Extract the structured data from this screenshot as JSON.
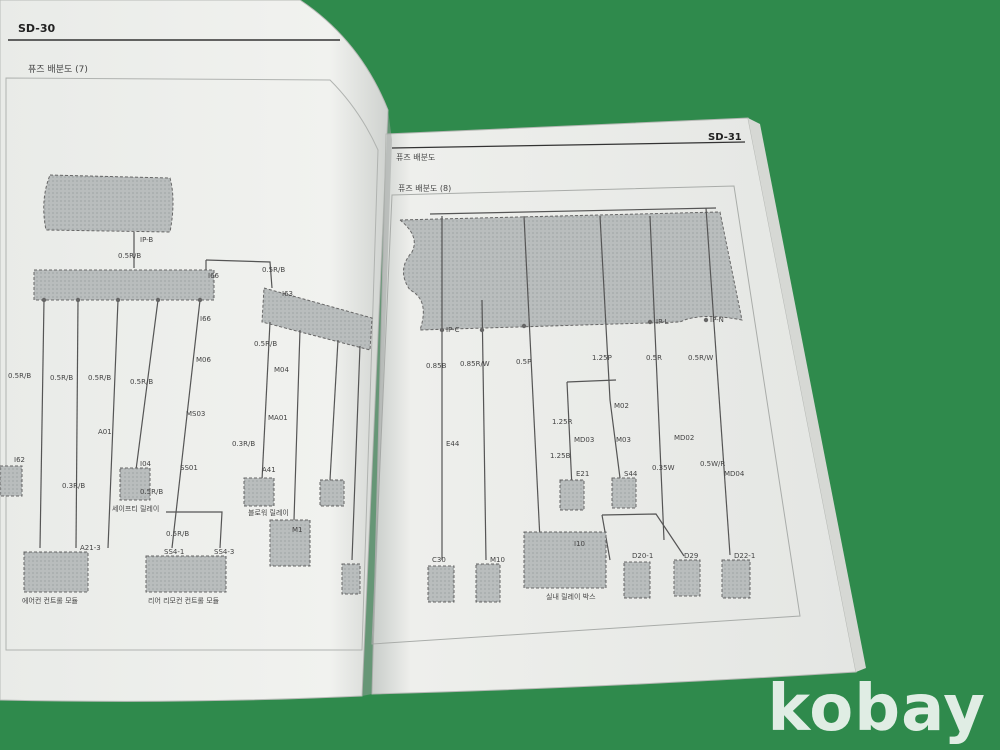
{
  "left_page": {
    "page_number": "SD-30",
    "section_title": "퓨즈 배분도 (7)",
    "connectors": [
      "IP-B",
      "I66",
      "I66",
      "I63",
      "M06",
      "MS03",
      "SS01",
      "M04",
      "MA01",
      "I62",
      "A01",
      "I04",
      "A41",
      "A21-3",
      "SS4-1",
      "SS4-3",
      "M1"
    ],
    "wires": [
      "0.5R/B",
      "0.5R/B",
      "0.5R/B",
      "0.5R/B",
      "0.5R/B",
      "0.5R/B",
      "0.3R/B",
      "0.5R/B",
      "0.5R/B",
      "0.5R/B",
      "0.3R/B"
    ],
    "components": [
      "에어컨 컨트롤 모듈",
      "리어 리모컨 컨트롤 모듈",
      "블로워 릴레이",
      "세이프티 릴레이"
    ]
  },
  "right_page": {
    "page_number": "SD-31",
    "running_title": "퓨즈 배분도",
    "section_title": "퓨즈 배분도 (8)",
    "connectors": [
      "IP-C",
      "IP-L",
      "IP-N",
      "M02",
      "M03",
      "MD02",
      "MD03",
      "MD04",
      "E21",
      "E44",
      "S44",
      "C30",
      "M10",
      "I10",
      "D20-1",
      "D29",
      "D22-1"
    ],
    "wires": [
      "0.85B",
      "0.85R/W",
      "0.5P",
      "1.25P",
      "1.25R",
      "1.25B",
      "0.5R",
      "0.35W",
      "0.5R/W",
      "0.5W/R"
    ],
    "components": [
      "실내 릴레이 박스"
    ]
  },
  "watermark": "kobay"
}
